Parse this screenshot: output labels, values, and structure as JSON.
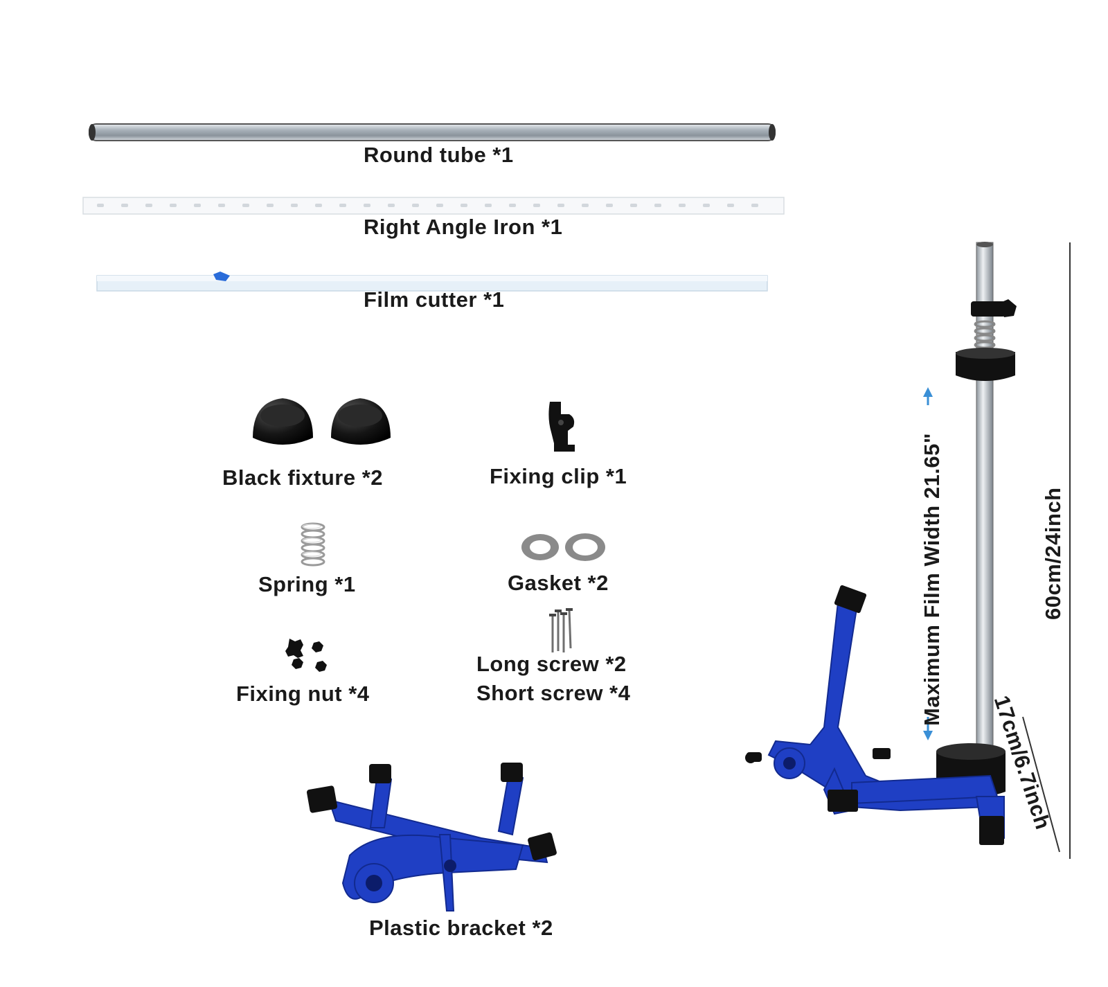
{
  "parts": {
    "round_tube": "Round tube *1",
    "right_angle_iron": "Right Angle Iron *1",
    "film_cutter": "Film cutter *1",
    "black_fixture": "Black fixture *2",
    "fixing_clip": "Fixing clip *1",
    "spring": "Spring *1",
    "gasket": "Gasket *2",
    "fixing_nut": "Fixing nut *4",
    "long_screw": "Long screw *2",
    "short_screw": "Short screw *4",
    "plastic_bracket": "Plastic bracket *2"
  },
  "dimensions": {
    "max_film_width": "Maximum Film Width 21.65\"",
    "height": "60cm/24inch",
    "base": "17cm/6.7inch"
  },
  "colors": {
    "bracket_blue": "#1f3fc4",
    "metal": "#b8c0c8",
    "black_part": "#111111",
    "arrow_blue": "#3a8fd6"
  }
}
